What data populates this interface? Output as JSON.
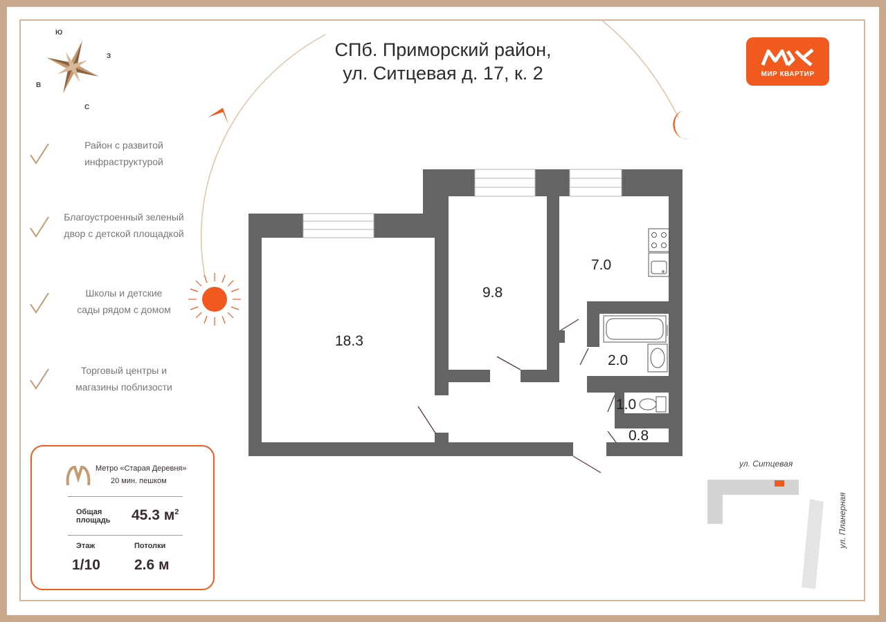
{
  "address": {
    "line1": "СПб. Приморский район,",
    "line2": "ул. Ситцевая д. 17, к. 2"
  },
  "logo": {
    "text": "МИР КВАРТИР",
    "color": "#f15a1f"
  },
  "compass": {
    "north": "С",
    "south": "Ю",
    "east": "В",
    "west": "З"
  },
  "features": [
    {
      "line1": "Район с развитой",
      "line2": "инфраструктурой"
    },
    {
      "line1": "Благоустроенный зеленый",
      "line2": "двор с детской площадкой"
    },
    {
      "line1": "Школы и детские",
      "line2": "сады рядом с домом"
    },
    {
      "line1": "Торговый центры и",
      "line2": "магазины поблизости"
    }
  ],
  "card": {
    "metro_line1": "Метро «Старая Деревня»",
    "metro_line2": "20 мин. пешком",
    "area_label_1": "Общая",
    "area_label_2": "площадь",
    "area_value": "45.3 м",
    "area_sup": "2",
    "floor_label": "Этаж",
    "floor_value": "1/10",
    "ceiling_label": "Потолки",
    "ceiling_value": "2.6 м"
  },
  "rooms": {
    "r1": "18.3",
    "r2": "9.8",
    "r3": "7.0",
    "r4": "2.0",
    "r5": "1.0",
    "r6": "0.8"
  },
  "streets": {
    "horizontal": "ул. Ситцевая",
    "vertical": "ул. Планерная"
  },
  "colors": {
    "wall": "#646464",
    "accent": "#f15a1f",
    "border": "#c9a98b",
    "arc": "#e0c3a8"
  }
}
